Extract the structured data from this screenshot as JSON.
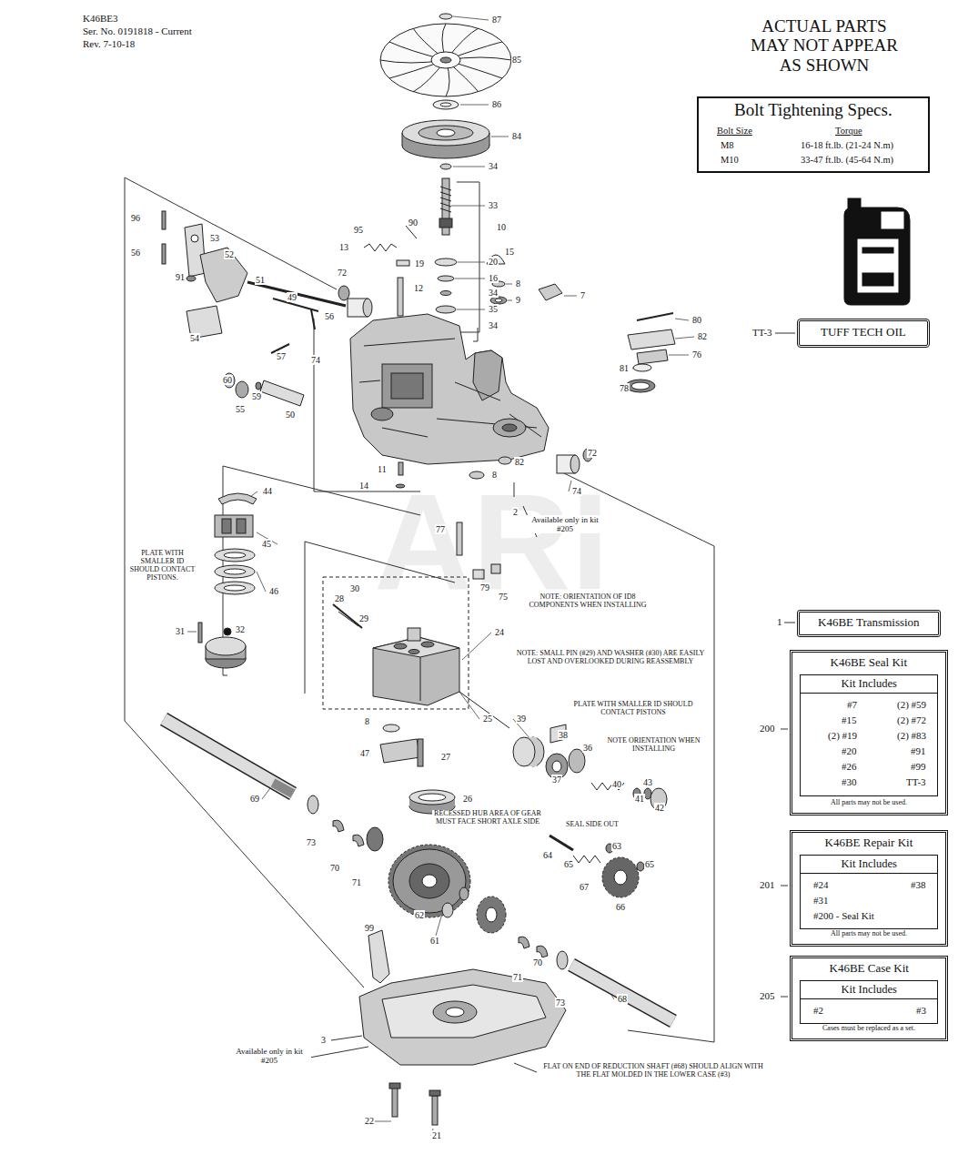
{
  "diagram": {
    "nodes": [
      {
        "text": [
          "Bolt Tightening Specs.",
          "Bolt Size",
          "Torque",
          "M8",
          "16-18 ft.lb. (21-24 N.m)",
          "M10",
          "33-47 ft.lb. (45-64 N.m)"
        ]
      },
      {
        "text": [
          "TUFF TECH OIL"
        ]
      },
      {
        "text": [
          "K46BE Transmission"
        ]
      },
      {
        "text": [
          "K46BE Seal Kit",
          "All parts may not be used."
        ]
      },
      {
        "text": [
          "Kit Includes",
          "#7",
          "(2) #59",
          "#15",
          "(2) #72",
          "(2) #19",
          "(2) #83",
          "#20",
          "#91",
          "#26",
          "#99",
          "#30",
          "TT-3"
        ],
        "in": 3
      },
      {
        "text": [
          "K46BE Repair Kit",
          "All parts may not be used."
        ]
      },
      {
        "text": [
          "Kit Includes",
          "#24",
          "#38",
          "#31",
          "#200 - Seal Kit"
        ],
        "in": 5
      },
      {
        "text": [
          "K46BE Case Kit",
          "Cases must be replaced as a set."
        ]
      },
      {
        "text": [
          "Kit Includes",
          "#2",
          "#3"
        ],
        "in": 7
      }
    ],
    "labels": [
      "K46BE3",
      "Ser. No. 0191818 - Current",
      "Rev. 7-10-18",
      "ACTUAL PARTS MAY NOT APPEAR AS SHOWN",
      "TT-3",
      "1",
      "200",
      "201",
      "205",
      "ARI",
      "Available only in kit #205",
      "NOTE: ORIENTATION OF ID8 COMPONENTS WHEN INSTALLING",
      "NOTE: SMALL PIN (#29) AND WASHER (#30) ARE EASILY LOST AND OVERLOOKED DURING REASSEMBLY",
      "PLATE WITH SMALLER ID SHOULD CONTACT PISTONS",
      "NOTE ORIENTATION WHEN INSTALLING",
      "PLATE WITH SMALLER ID SHOULD CONTACT PISTONS.",
      "SEAL SIDE OUT",
      "RECESSED HUB AREA OF GEAR MUST FACE SHORT AXLE SIDE",
      "Available only in kit #205",
      "FLAT ON END OF REDUCTION SHAFT (#68) SHOULD ALIGN WITH THE FLAT MOLDED IN THE LOWER CASE (#3)",
      "87",
      "85",
      "86",
      "84",
      "34",
      "33",
      "10",
      "95",
      "90",
      "13",
      "15",
      "19",
      "20",
      "16",
      "34",
      "35",
      "34",
      "8",
      "9",
      "7",
      "12",
      "96",
      "53",
      "56",
      "52",
      "91",
      "51",
      "72",
      "49",
      "56",
      "54",
      "57",
      "74",
      "60",
      "55",
      "59",
      "50",
      "80",
      "82",
      "76",
      "81",
      "78",
      "11",
      "14",
      "8",
      "82",
      "74",
      "72",
      "2",
      "44",
      "45",
      "46",
      "31",
      "32",
      "77",
      "79",
      "75",
      "28",
      "30",
      "29",
      "24",
      "25",
      "39",
      "8",
      "47",
      "27",
      "38",
      "36",
      "37",
      "40",
      "43",
      "41",
      "42",
      "26",
      "69",
      "73",
      "70",
      "71",
      "64",
      "63",
      "65",
      "65",
      "67",
      "66",
      "62",
      "61",
      "71",
      "70",
      "73",
      "68",
      "99",
      "3",
      "22",
      "21"
    ]
  }
}
